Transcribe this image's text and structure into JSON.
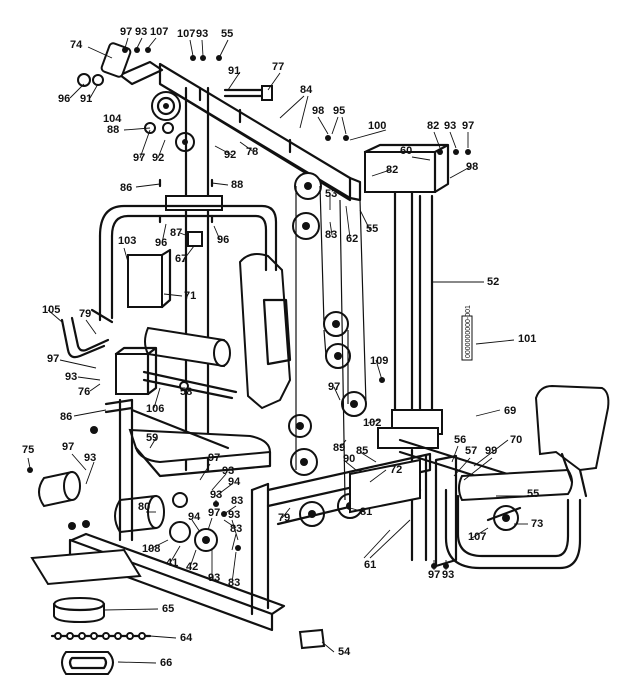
{
  "callouts": [
    {
      "id": "c1",
      "label": "97"
    },
    {
      "id": "c2",
      "label": "93"
    },
    {
      "id": "c3",
      "label": "107"
    },
    {
      "id": "c4",
      "label": "107"
    },
    {
      "id": "c5",
      "label": "93"
    },
    {
      "id": "c6",
      "label": "55"
    },
    {
      "id": "c7",
      "label": "74"
    },
    {
      "id": "c8",
      "label": "91"
    },
    {
      "id": "c9",
      "label": "77"
    },
    {
      "id": "c10",
      "label": "96"
    },
    {
      "id": "c11",
      "label": "91"
    },
    {
      "id": "c12",
      "label": "84"
    },
    {
      "id": "c13",
      "label": "104"
    },
    {
      "id": "c14",
      "label": "98"
    },
    {
      "id": "c15",
      "label": "95"
    },
    {
      "id": "c16",
      "label": "100"
    },
    {
      "id": "c17",
      "label": "82"
    },
    {
      "id": "c18",
      "label": "93"
    },
    {
      "id": "c19",
      "label": "97"
    },
    {
      "id": "c20",
      "label": "88"
    },
    {
      "id": "c21",
      "label": "60"
    },
    {
      "id": "c22",
      "label": "97"
    },
    {
      "id": "c23",
      "label": "92"
    },
    {
      "id": "c24",
      "label": "92"
    },
    {
      "id": "c25",
      "label": "78"
    },
    {
      "id": "c26",
      "label": "82"
    },
    {
      "id": "c27",
      "label": "98"
    },
    {
      "id": "c28",
      "label": "86"
    },
    {
      "id": "c29",
      "label": "88"
    },
    {
      "id": "c30",
      "label": "53"
    },
    {
      "id": "c31",
      "label": "96"
    },
    {
      "id": "c32",
      "label": "87"
    },
    {
      "id": "c33",
      "label": "96"
    },
    {
      "id": "c34",
      "label": "83"
    },
    {
      "id": "c35",
      "label": "62"
    },
    {
      "id": "c36",
      "label": "55"
    },
    {
      "id": "c37",
      "label": "103"
    },
    {
      "id": "c38",
      "label": "67"
    },
    {
      "id": "c39",
      "label": "52"
    },
    {
      "id": "c40",
      "label": "71"
    },
    {
      "id": "c41",
      "label": "105"
    },
    {
      "id": "c42",
      "label": "79"
    },
    {
      "id": "c43",
      "label": "101"
    },
    {
      "id": "c44",
      "label": "97"
    },
    {
      "id": "c45",
      "label": "93"
    },
    {
      "id": "c46",
      "label": "76"
    },
    {
      "id": "c47",
      "label": "109"
    },
    {
      "id": "c48",
      "label": "97"
    },
    {
      "id": "c49",
      "label": "106"
    },
    {
      "id": "c50",
      "label": "58"
    },
    {
      "id": "c51",
      "label": "69"
    },
    {
      "id": "c52",
      "label": "102"
    },
    {
      "id": "c53",
      "label": "86"
    },
    {
      "id": "c54",
      "label": "59"
    },
    {
      "id": "c55",
      "label": "89"
    },
    {
      "id": "c56",
      "label": "56"
    },
    {
      "id": "c57",
      "label": "70"
    },
    {
      "id": "c58",
      "label": "75"
    },
    {
      "id": "c59",
      "label": "97"
    },
    {
      "id": "c60",
      "label": "93"
    },
    {
      "id": "c61",
      "label": "97"
    },
    {
      "id": "c62",
      "label": "93"
    },
    {
      "id": "c63",
      "label": "94"
    },
    {
      "id": "c64",
      "label": "85"
    },
    {
      "id": "c65",
      "label": "90"
    },
    {
      "id": "c66",
      "label": "57"
    },
    {
      "id": "c67",
      "label": "99"
    },
    {
      "id": "c68",
      "label": "72"
    },
    {
      "id": "c69",
      "label": "55"
    },
    {
      "id": "c70",
      "label": "93"
    },
    {
      "id": "c71",
      "label": "83"
    },
    {
      "id": "c72",
      "label": "80"
    },
    {
      "id": "c73",
      "label": "94"
    },
    {
      "id": "c74",
      "label": "79"
    },
    {
      "id": "c75",
      "label": "81"
    },
    {
      "id": "c76",
      "label": "73"
    },
    {
      "id": "c77",
      "label": "97"
    },
    {
      "id": "c78",
      "label": "93"
    },
    {
      "id": "c79",
      "label": "83"
    },
    {
      "id": "c80",
      "label": "108"
    },
    {
      "id": "c81",
      "label": "42"
    },
    {
      "id": "c82",
      "label": "41"
    },
    {
      "id": "c83",
      "label": "61"
    },
    {
      "id": "c84",
      "label": "107"
    },
    {
      "id": "c85",
      "label": "93"
    },
    {
      "id": "c86",
      "label": "83"
    },
    {
      "id": "c87",
      "label": "97"
    },
    {
      "id": "c88",
      "label": "93"
    },
    {
      "id": "c89",
      "label": "65"
    },
    {
      "id": "c90",
      "label": "64"
    },
    {
      "id": "c91",
      "label": "66"
    },
    {
      "id": "c92",
      "label": "54"
    }
  ],
  "serial_number": "0000000000-001"
}
